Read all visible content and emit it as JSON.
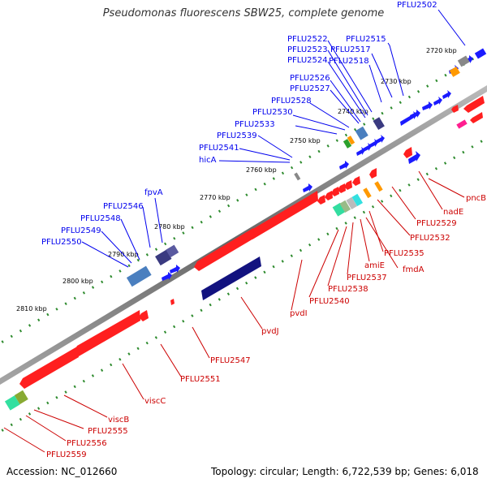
{
  "title": "Pseudomonas fluorescens SBW25, complete genome",
  "footer": {
    "accession": "Accession: NC_012660",
    "topology": "Topology: circular; Length: 6,722,539 bp; Genes: 6,018"
  },
  "colors": {
    "forward_label": "#0000ee",
    "reverse_label": "#cc0000",
    "backbone": "#888888",
    "tick": "#2e8b2e",
    "forward_gene": "#1b1bff",
    "reverse_gene": "#ff1f1f",
    "large_forward_gene": "#12127f"
  },
  "ruler_labels": [
    "2720 kbp",
    "2730 kbp",
    "2740 kbp",
    "2750 kbp",
    "2760 kbp",
    "2770 kbp",
    "2780 kbp",
    "2790 kbp",
    "2800 kbp",
    "2810 kbp"
  ],
  "forward_labels": [
    "PFLU2502",
    "PFLU2515",
    "PFLU2517",
    "PFLU2518",
    "PFLU2522",
    "PFLU2523",
    "PFLU2524",
    "PFLU2526",
    "PFLU2527",
    "PFLU2528",
    "PFLU2530",
    "PFLU2533",
    "PFLU2539",
    "PFLU2541",
    "hicA",
    "fpvA",
    "PFLU2546",
    "PFLU2548",
    "PFLU2549",
    "PFLU2550"
  ],
  "reverse_labels": [
    "pncB",
    "nadE",
    "PFLU2529",
    "PFLU2532",
    "PFLU2535",
    "fmdA",
    "amiE",
    "PFLU2537",
    "PFLU2538",
    "PFLU2540",
    "pvdI",
    "pvdJ",
    "PFLU2547",
    "PFLU2551",
    "viscC",
    "viscB",
    "PFLU2555",
    "PFLU2556",
    "PFLU2559"
  ]
}
